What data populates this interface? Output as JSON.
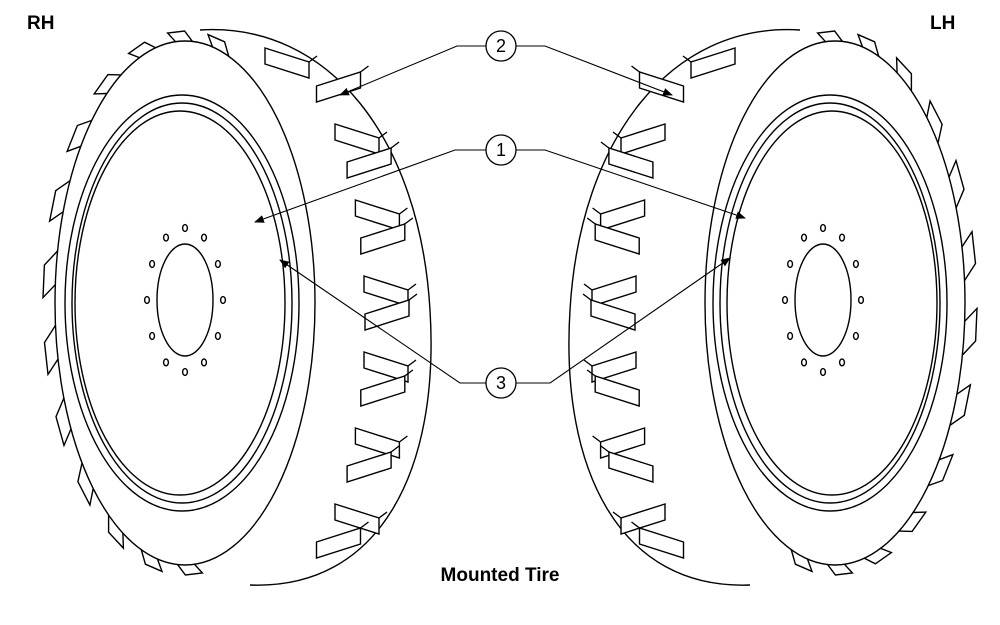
{
  "labels": {
    "right_hand": "RH",
    "left_hand": "LH"
  },
  "caption": "Mounted Tire",
  "callouts": [
    {
      "number": "1"
    },
    {
      "number": "2"
    },
    {
      "number": "3"
    }
  ],
  "colors": {
    "line": "#000000",
    "background": "#ffffff"
  }
}
